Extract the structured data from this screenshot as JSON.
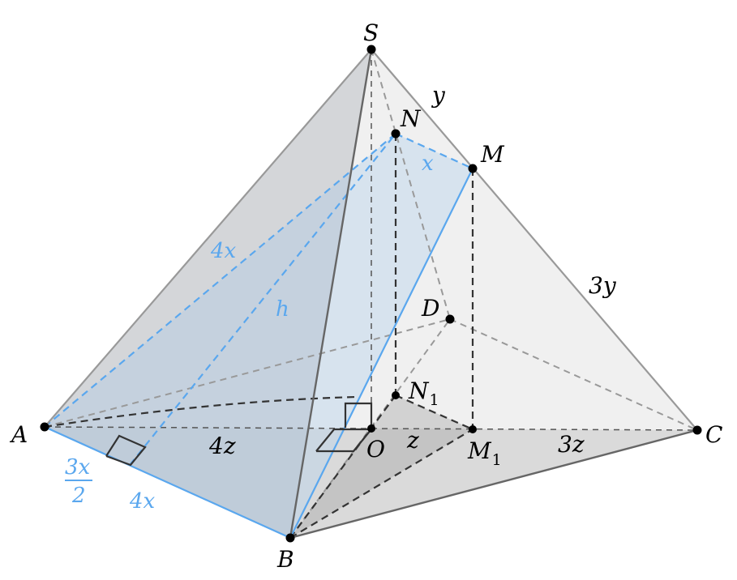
{
  "points": {
    "S": "S",
    "N": "N",
    "M": "M",
    "D": "D",
    "A": "A",
    "O": "O",
    "B": "B",
    "C": "C",
    "N1": "N",
    "N1_sub": "1",
    "M1": "M",
    "M1_sub": "1"
  },
  "labels": {
    "y": "y",
    "x": "x",
    "3y": "3y",
    "4x_edge": "4x",
    "h": "h",
    "4z": "4z",
    "z": "z",
    "3z": "3z",
    "4x_base": "4x",
    "frac_num": "3x",
    "frac_den": "2"
  },
  "colors": {
    "blue": "#5aa7ee",
    "edge": "#999999",
    "dark": "#333333"
  }
}
